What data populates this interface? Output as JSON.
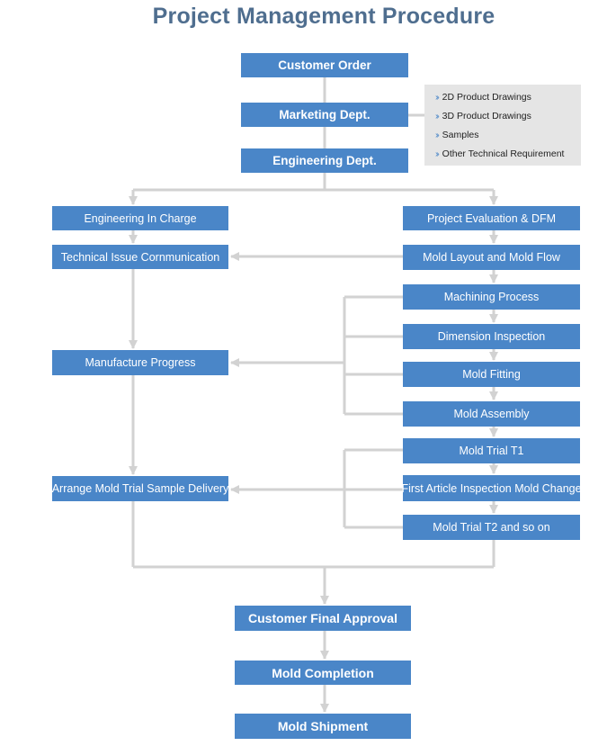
{
  "title": "Project Management Procedure",
  "colors": {
    "box": "#4a86c8",
    "line": "#d2d2d2",
    "title": "#4f6e8f",
    "panel": "#e5e5e5"
  },
  "steps": {
    "customer_order": "Customer Order",
    "marketing": "Marketing Dept.",
    "engineering": "Engineering Dept.",
    "engineering_in_charge": "Engineering In Charge",
    "technical_issue": "Technical Issue Cornmunication",
    "manufacture_progress": "Manufacture Progress",
    "arrange_delivery": "Arrange Mold Trial Sample Delivery",
    "project_evaluation": "Project Evaluation & DFM",
    "mold_layout": "Mold Layout and Mold Flow",
    "machining": "Machining Process",
    "dimension_inspection": "Dimension Inspection",
    "mold_fitting": "Mold Fitting",
    "mold_assembly": "Mold Assembly",
    "mold_trial_t1": "Mold Trial T1",
    "first_article": "First Article Inspection Mold Change",
    "mold_trial_t2": "Mold Trial T2 and so on",
    "customer_final_approval": "Customer Final Approval",
    "mold_completion": "Mold Completion",
    "mold_shipment": "Mold Shipment"
  },
  "requirements": {
    "icon": "double-chevron-icon",
    "items": [
      "2D Product Drawings",
      "3D Product Drawings",
      "Samples",
      "Other Technical Requirement"
    ]
  }
}
